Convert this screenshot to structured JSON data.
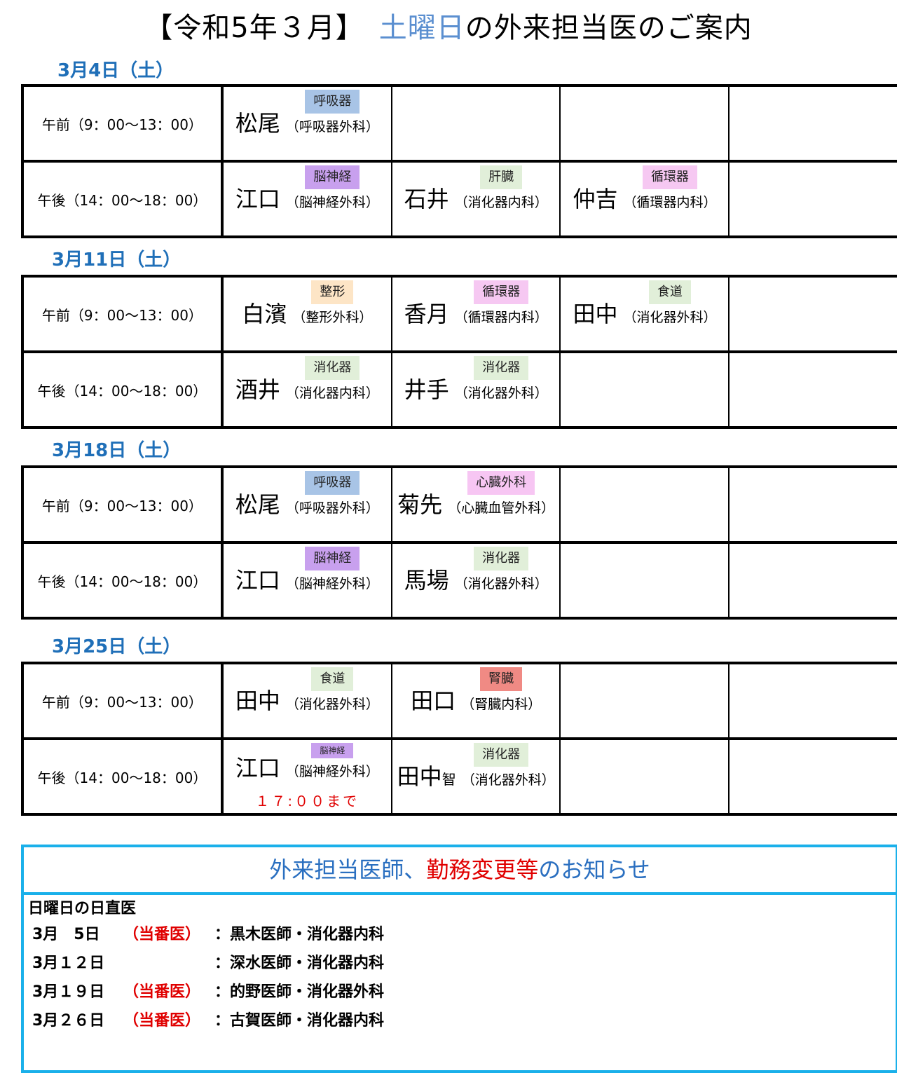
{
  "title": {
    "pre": "【令和5年３月】　",
    "blue": "土曜日",
    "post": "の外来担当医のご案内"
  },
  "days": [
    {
      "date": "3月4日（土）",
      "rows": [
        {
          "time": "午前（9：00～13：00）",
          "cells": [
            {
              "tag": "呼吸器",
              "tagColor": "#a8c4e6",
              "name": "松尾",
              "dept": "（呼吸器外科）"
            },
            null,
            null,
            null
          ]
        },
        {
          "time": "午後（14：00～18：00）",
          "cells": [
            {
              "tag": "脳神経",
              "tagColor": "#c8a0ee",
              "name": "江口",
              "dept": "（脳神経外科）"
            },
            {
              "tag": "肝臓",
              "tagColor": "#e1efd9",
              "name": "石井",
              "dept": "（消化器内科）"
            },
            {
              "tag": "循環器",
              "tagColor": "#f6c8f2",
              "name": "仲吉",
              "dept": "（循環器内科）"
            },
            null
          ]
        }
      ]
    },
    {
      "date": "3月11日（土）",
      "rows": [
        {
          "time": "午前（9：00～13：00）",
          "cells": [
            {
              "tag": "整形",
              "tagColor": "#fde5c6",
              "name": "白濱",
              "dept": "（整形外科）"
            },
            {
              "tag": "循環器",
              "tagColor": "#f6c8f2",
              "name": "香月",
              "dept": "（循環器内科）"
            },
            {
              "tag": "食道",
              "tagColor": "#e1efd9",
              "name": "田中",
              "dept": "（消化器外科）"
            },
            null
          ]
        },
        {
          "time": "午後（14：00～18：00）",
          "cells": [
            {
              "tag": "消化器",
              "tagColor": "#e1efd9",
              "name": "酒井",
              "dept": "（消化器内科）"
            },
            {
              "tag": "消化器",
              "tagColor": "#e1efd9",
              "name": "井手",
              "dept": "（消化器外科）"
            },
            null,
            null
          ]
        }
      ]
    },
    {
      "date": "3月18日（土）",
      "rows": [
        {
          "time": "午前（9：00～13：00）",
          "cells": [
            {
              "tag": "呼吸器",
              "tagColor": "#a8c4e6",
              "name": "松尾",
              "dept": "（呼吸器外科）"
            },
            {
              "tag": "心臓外科",
              "tagColor": "#f7c6f3",
              "name": "菊先",
              "dept": "（心臓血管外科）"
            },
            null,
            null
          ]
        },
        {
          "time": "午後（14：00～18：00）",
          "cells": [
            {
              "tag": "脳神経",
              "tagColor": "#c8a0ee",
              "name": "江口",
              "dept": "（脳神経外科）"
            },
            {
              "tag": "消化器",
              "tagColor": "#e1efd9",
              "name": "馬場",
              "dept": "（消化器外科）"
            },
            null,
            null
          ]
        }
      ]
    },
    {
      "date": "3月25日（土）",
      "rows": [
        {
          "time": "午前（9：00～13：00）",
          "cells": [
            {
              "tag": "食道",
              "tagColor": "#e1efd9",
              "name": "田中",
              "dept": "（消化器外科）"
            },
            {
              "tag": "腎臓",
              "tagColor": "#f08a84",
              "name": "田口",
              "dept": "（腎臓内科）"
            },
            null,
            null
          ]
        },
        {
          "time": "午後（14：00～18：00）",
          "cells": [
            {
              "tag": "脳神経",
              "tagColor": "#c8a0ee",
              "tagSmall": true,
              "name": "江口",
              "dept": "（脳神経外科）",
              "note": "１７:００まで"
            },
            {
              "tag": "消化器",
              "tagColor": "#e1efd9",
              "name": "田中",
              "sub": "智",
              "dept": "（消化器外科）"
            },
            null,
            null
          ]
        }
      ]
    }
  ],
  "notice": {
    "title_pre": "外来担当医師、",
    "title_red": "勤務変更等",
    "title_post": "のお知らせ",
    "subtitle": "日曜日の日直医",
    "rows": [
      {
        "date": "3月　5日",
        "badge": "（当番医）",
        "text": "：黒木医師・消化器内科"
      },
      {
        "date": "3月１２日",
        "badge": "",
        "text": "：深水医師・消化器内科"
      },
      {
        "date": "3月１９日",
        "badge": "（当番医）",
        "text": "：的野医師・消化器外科"
      },
      {
        "date": "3月２６日",
        "badge": "（当番医）",
        "text": "：古賀医師・消化器内科"
      }
    ]
  }
}
